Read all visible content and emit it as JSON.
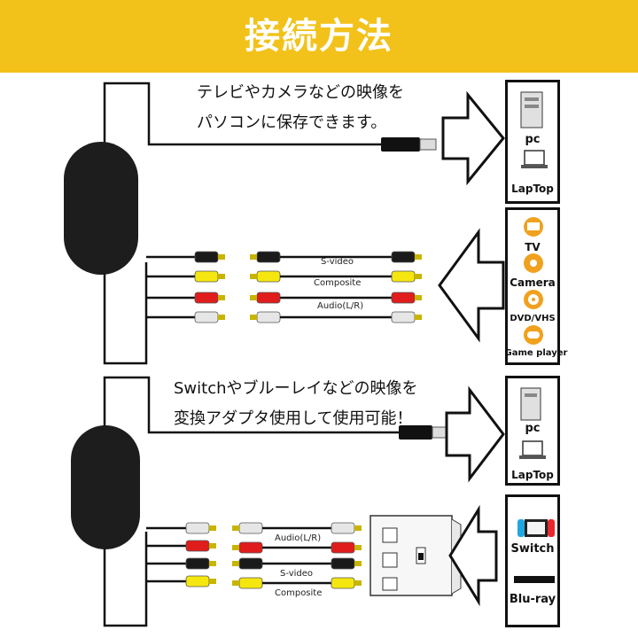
{
  "header": {
    "title": "接続方法"
  },
  "section1": {
    "caption_line1": "テレビやカメラなどの映像を",
    "caption_line2": "パソコンに保存できます。",
    "computers": [
      "pc",
      "LapTop"
    ],
    "sources": [
      "TV",
      "Camera",
      "DVD/VHS",
      "Game player"
    ],
    "cable_labels": [
      "S-video",
      "Composite",
      "Audio(L/R)"
    ]
  },
  "section2": {
    "caption_line1": "Switchやブルーレイなどの映像を",
    "caption_line2": "変換アダプタ使用して使用可能！",
    "computers": [
      "pc",
      "LapTop"
    ],
    "sources": [
      "Switch",
      "Blu-ray"
    ],
    "cable_labels": [
      "Audio(L/R)",
      "S-video",
      "Composite"
    ]
  },
  "colors": {
    "banner": "#f2c21a",
    "device_icon_orange": "#f0a11e",
    "plug_yellow": "#f5e60f",
    "plug_red": "#e01c1c",
    "plug_white": "#e6e6e6",
    "plug_black": "#1a1a1a"
  }
}
